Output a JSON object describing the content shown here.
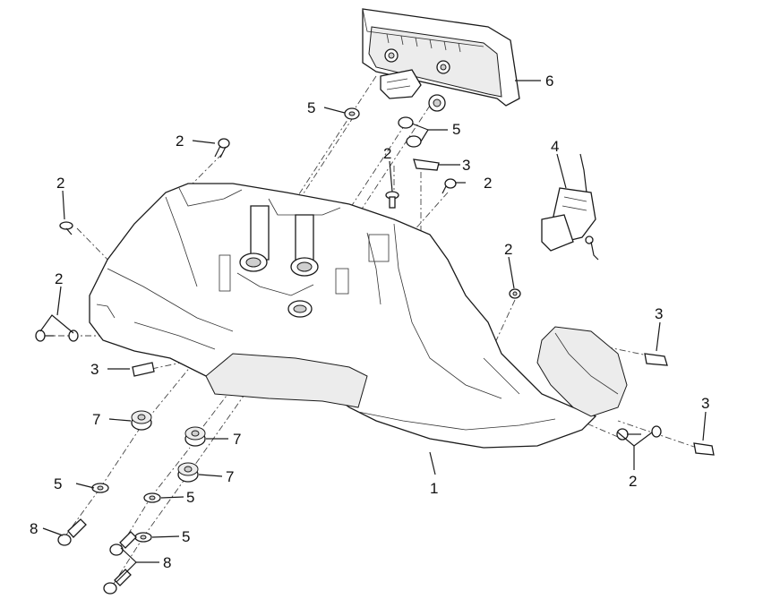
{
  "labels": {
    "l1": "1",
    "l2a": "2",
    "l2b": "2",
    "l2c": "2",
    "l2d": "2",
    "l2e": "2",
    "l2f": "2",
    "l2g": "2",
    "l3a": "3",
    "l3b": "3",
    "l3c": "3",
    "l3d": "3",
    "l4": "4",
    "l5a": "5",
    "l5b": "5",
    "l5c": "5",
    "l5d": "5",
    "l5e": "5",
    "l6": "6",
    "l7a": "7",
    "l7b": "7",
    "l7c": "7",
    "l8a": "8",
    "l8b": "8"
  }
}
